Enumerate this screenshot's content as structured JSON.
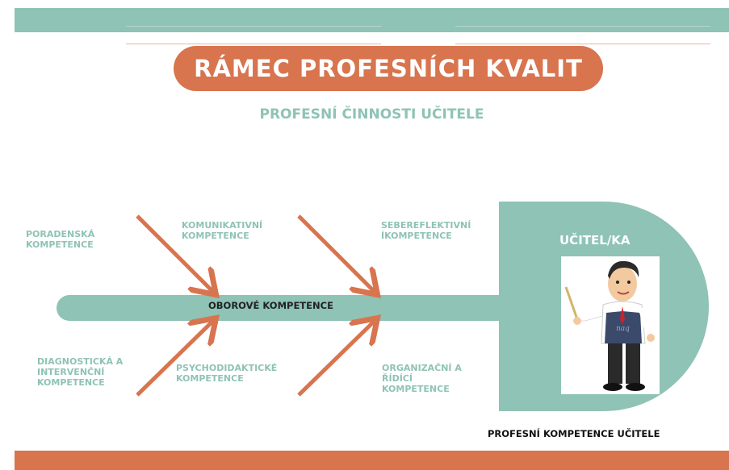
{
  "title": "RÁMEC PROFESNÍCH KVALIT",
  "subtitle": "PROFESNÍ ČINNOSTI UČITELE",
  "spine_label": "OBOROVÉ KOMPETENCE",
  "head_label": "UČITEL/KA",
  "footer_caption": "PROFESNÍ KOMPETENCE UČITELE",
  "competences": {
    "poradenska": "PORADENSKÁ\nKOMPETENCE",
    "komunikativni": "KOMUNIKATIVNÍ\nKOMPETENCE",
    "sebereflektivni": "SEBEREFLEKTIVNÍ\nÍKOMPETENCE",
    "diagnosticka": "DIAGNOSTICKÁ A\nINTERVENČNÍ\nKOMPETENCE",
    "psychodidakticke": "PSYCHODIDAKTICKÉ\nKOMPETENCE",
    "organizacni": "ORGANIZAČNÍ A\nŘÍDÍCÍ\nKOMPETENCE"
  },
  "colors": {
    "teal": "#8ec3b5",
    "orange": "#d8744e"
  }
}
